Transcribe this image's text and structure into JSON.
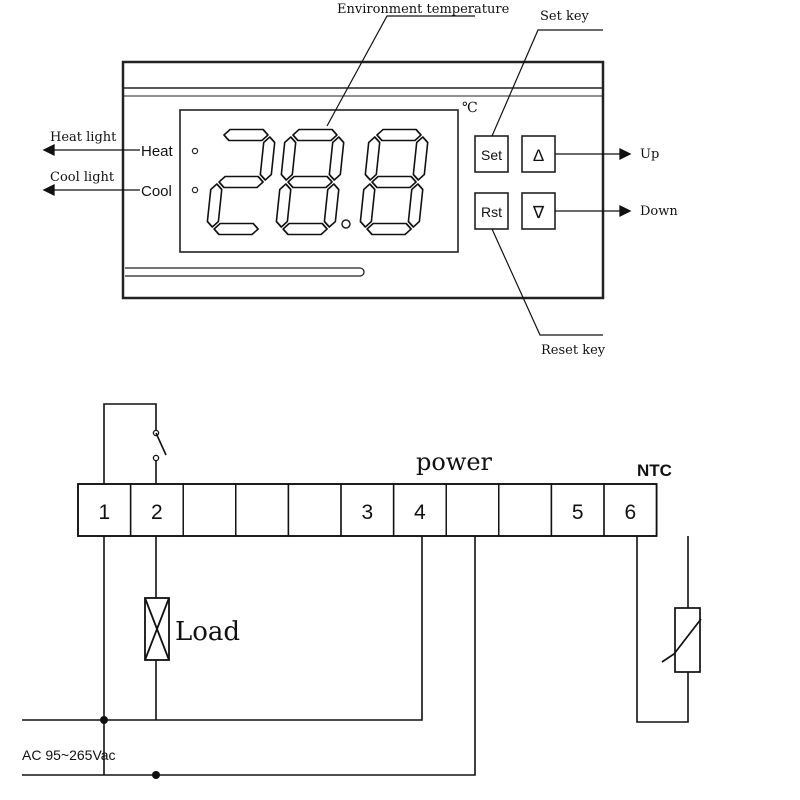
{
  "panel": {
    "callouts": {
      "environment_temperature": "Environment temperature",
      "set_key": "Set key",
      "reset_key": "Reset key",
      "heat_light": "Heat light",
      "cool_light": "Cool light",
      "up": "Up",
      "down": "Down"
    },
    "indicators": {
      "heat_label": "Heat",
      "cool_label": "Cool"
    },
    "display": {
      "digits": [
        "2",
        "8",
        "8"
      ],
      "value": "28.8",
      "unit": "℃"
    },
    "keys": {
      "set_label": "Set",
      "rst_label": "Rst",
      "up_symbol": "Δ",
      "down_symbol": "∇"
    }
  },
  "wiring": {
    "terminals": [
      "1",
      "2",
      "",
      "",
      "",
      "3",
      "4",
      "",
      "",
      "5",
      "6"
    ],
    "power_label": "power",
    "ntc_label": "NTC",
    "load_label": "Load",
    "supply_label": "AC 95~265Vac"
  },
  "colors": {
    "ink": "#111111",
    "display_border": "#333333",
    "frame": "#222222"
  }
}
